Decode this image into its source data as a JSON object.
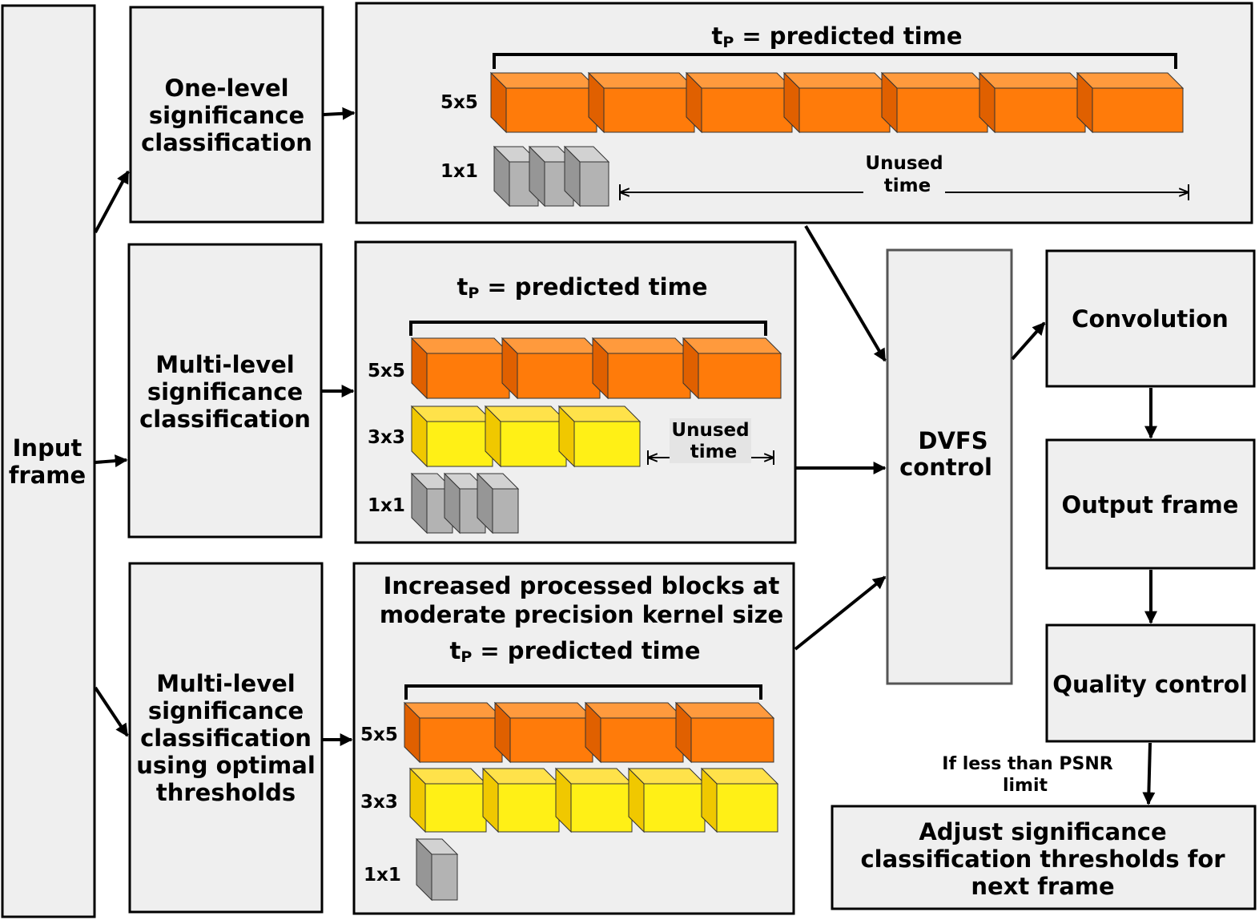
{
  "input_frame": [
    "Input",
    "frame"
  ],
  "classifiers": {
    "one_level": [
      "One-level",
      "significance",
      "classification"
    ],
    "multi_level": [
      "Multi-level",
      "significance",
      "classification"
    ],
    "multi_level_optimal": [
      "Multi-level",
      "significance",
      "classification",
      "using optimal",
      "thresholds"
    ]
  },
  "predicted_time": {
    "sym": "t",
    "sub": "P",
    "text": " = predicted time"
  },
  "unused_time": [
    "Unused",
    "time"
  ],
  "kernels": {
    "k5": "5x5",
    "k3": "3x3",
    "k1": "1x1"
  },
  "panel1": {
    "blocks_5x5": 7,
    "blocks_1x1": 3
  },
  "panel2": {
    "blocks_5x5": 4,
    "blocks_3x3": 3,
    "blocks_1x1": 3
  },
  "panel3": {
    "heading": [
      "Increased processed blocks at",
      "moderate precision kernel size"
    ],
    "blocks_5x5": 4,
    "blocks_3x3": 5,
    "blocks_1x1": 1
  },
  "dvfs": [
    "DVFS",
    "control"
  ],
  "convolution": "Convolution",
  "output_frame": "Output frame",
  "quality_control": "Quality control",
  "psnr_condition": [
    "If less than PSNR",
    "limit"
  ],
  "adjust": [
    "Adjust significance",
    "classification thresholds for",
    "next frame"
  ],
  "colors": {
    "orange_front": "#ff7b0a",
    "orange_top": "#ff9a3d",
    "orange_side": "#e06000",
    "yellow_front": "#fff016",
    "yellow_top": "#ffe24a",
    "yellow_side": "#f0c800",
    "gray_front": "#b3b3b3",
    "gray_top": "#d2d2d2",
    "gray_side": "#969696",
    "panel_fill": "#efefef"
  }
}
